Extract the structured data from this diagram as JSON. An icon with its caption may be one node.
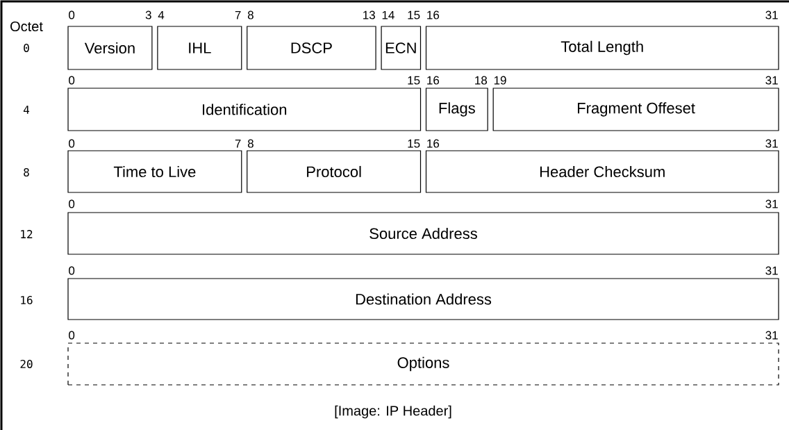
{
  "diagram": {
    "caption": "[Image: IP Header]",
    "nodes": [
      {
        "text": [
          "Version"
        ],
        "beside": [
          "0",
          "3"
        ]
      },
      {
        "text": [
          "IHL"
        ],
        "beside": [
          "4",
          "7"
        ]
      },
      {
        "text": [
          "DSCP"
        ],
        "beside": [
          "8",
          "13"
        ]
      },
      {
        "text": [
          "ECN"
        ],
        "beside": [
          "14",
          "15"
        ]
      },
      {
        "text": [
          "Total Length"
        ],
        "beside": [
          "16",
          "31"
        ]
      },
      {
        "text": [
          "Identification"
        ],
        "beside": [
          "0",
          "15"
        ]
      },
      {
        "text": [
          "Flags"
        ],
        "beside": [
          "16",
          "18"
        ]
      },
      {
        "text": [
          "Fragment Offeset"
        ],
        "beside": [
          "19",
          "31"
        ]
      },
      {
        "text": [
          "Time to Live"
        ],
        "beside": [
          "0",
          "7"
        ]
      },
      {
        "text": [
          "Protocol"
        ],
        "beside": [
          "8",
          "15"
        ]
      },
      {
        "text": [
          "Header Checksum"
        ],
        "beside": [
          "16",
          "31"
        ]
      },
      {
        "text": [
          "Source Address"
        ],
        "beside": [
          "0",
          "31"
        ]
      },
      {
        "text": [
          "Destination Address"
        ],
        "beside": [
          "0",
          "31"
        ]
      },
      {
        "text": [
          "Options"
        ],
        "beside": [
          "0",
          "31"
        ]
      }
    ],
    "labels": [
      "Octet",
      "0",
      "4",
      "8",
      "12",
      "16",
      "20"
    ]
  }
}
